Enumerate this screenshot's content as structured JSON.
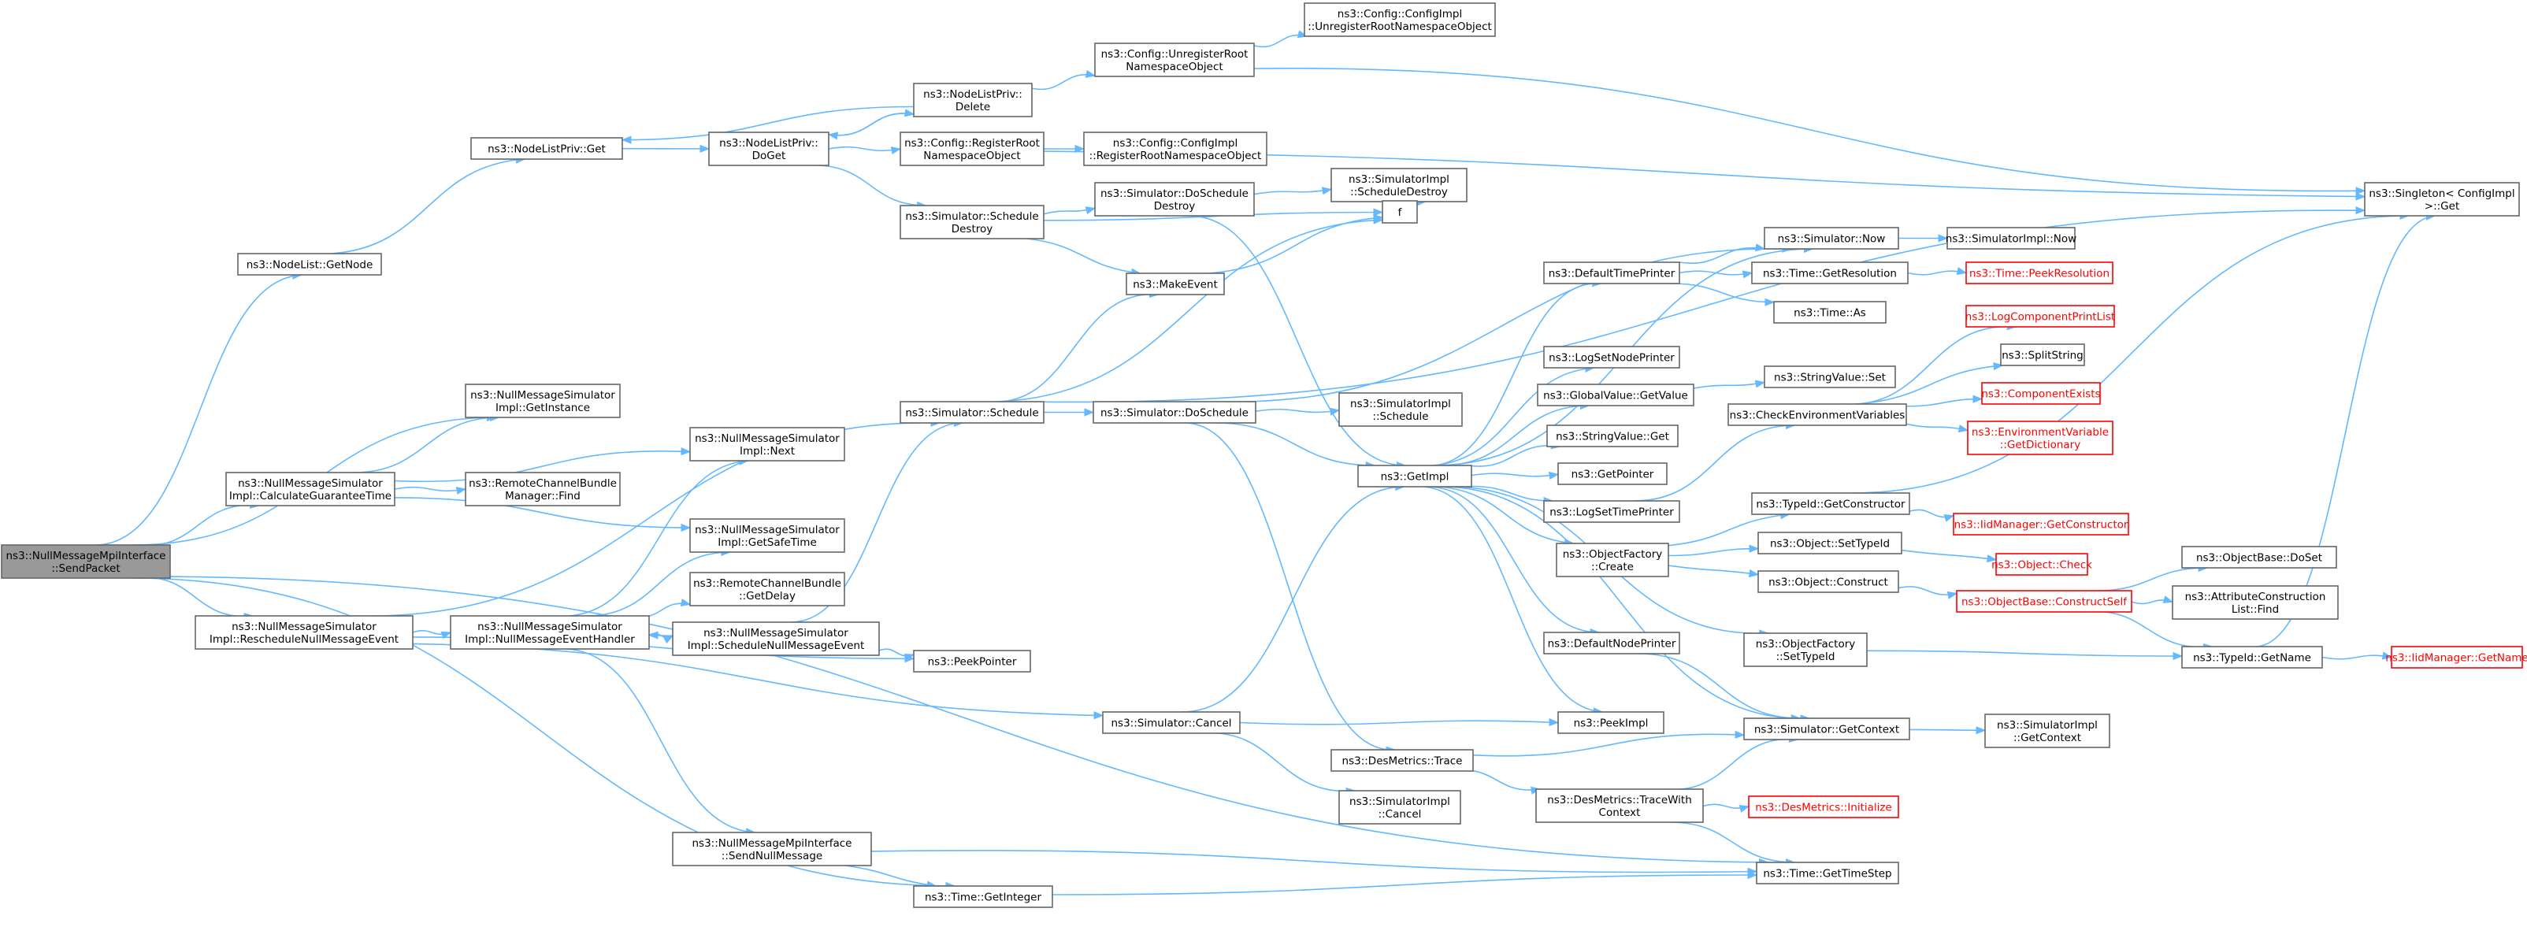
{
  "nodes": [
    {
      "id": "root",
      "lines": [
        "ns3::NullMessageMpiInterface",
        "::SendPacket"
      ],
      "color": "root"
    },
    {
      "id": "nodelist_getnode",
      "lines": [
        "ns3::NodeList::GetNode"
      ]
    },
    {
      "id": "nodelistpriv_get",
      "lines": [
        "ns3::NodeListPriv::Get"
      ]
    },
    {
      "id": "nodelistpriv_doget",
      "lines": [
        "ns3::NodeListPriv::",
        "DoGet"
      ]
    },
    {
      "id": "nodelistpriv_delete",
      "lines": [
        "ns3::NodeListPriv::",
        "Delete"
      ]
    },
    {
      "id": "config_unregister",
      "lines": [
        "ns3::Config::UnregisterRoot",
        "NamespaceObject"
      ]
    },
    {
      "id": "configimpl_unregister",
      "lines": [
        "ns3::Config::ConfigImpl",
        "::UnregisterRootNamespaceObject"
      ]
    },
    {
      "id": "config_register",
      "lines": [
        "ns3::Config::RegisterRoot",
        "NamespaceObject"
      ]
    },
    {
      "id": "configimpl_register",
      "lines": [
        "ns3::Config::ConfigImpl",
        "::RegisterRootNamespaceObject"
      ]
    },
    {
      "id": "sim_schedule_destroy",
      "lines": [
        "ns3::Simulator::Schedule",
        "Destroy"
      ]
    },
    {
      "id": "sim_doschedule_destroy",
      "lines": [
        "ns3::Simulator::DoSchedule",
        "Destroy"
      ]
    },
    {
      "id": "simimpl_schedule_destroy",
      "lines": [
        "ns3::SimulatorImpl",
        "::ScheduleDestroy"
      ]
    },
    {
      "id": "f",
      "lines": [
        "f"
      ]
    },
    {
      "id": "makeevent",
      "lines": [
        "ns3::MakeEvent"
      ]
    },
    {
      "id": "singleton_get",
      "lines": [
        "ns3::Singleton< ConfigImpl",
        " >::Get"
      ]
    },
    {
      "id": "sim_now",
      "lines": [
        "ns3::Simulator::Now"
      ]
    },
    {
      "id": "simimpl_now",
      "lines": [
        "ns3::SimulatorImpl::Now"
      ]
    },
    {
      "id": "default_time_printer",
      "lines": [
        "ns3::DefaultTimePrinter"
      ]
    },
    {
      "id": "time_get_resolution",
      "lines": [
        "ns3::Time::GetResolution"
      ]
    },
    {
      "id": "time_peek_resolution",
      "lines": [
        "ns3::Time::PeekResolution"
      ],
      "color": "red"
    },
    {
      "id": "time_as",
      "lines": [
        "ns3::Time::As"
      ]
    },
    {
      "id": "log_set_node_printer",
      "lines": [
        "ns3::LogSetNodePrinter"
      ]
    },
    {
      "id": "log_component_print_list",
      "lines": [
        "ns3::LogComponentPrintList"
      ],
      "color": "red"
    },
    {
      "id": "split_string",
      "lines": [
        "ns3::SplitString"
      ]
    },
    {
      "id": "globalvalue_getvalue",
      "lines": [
        "ns3::GlobalValue::GetValue"
      ]
    },
    {
      "id": "stringvalue_set",
      "lines": [
        "ns3::StringValue::Set"
      ]
    },
    {
      "id": "component_exists",
      "lines": [
        "ns3::ComponentExists"
      ],
      "color": "red"
    },
    {
      "id": "nms_getinstance",
      "lines": [
        "ns3::NullMessageSimulator",
        "Impl::GetInstance"
      ]
    },
    {
      "id": "sim_schedule",
      "lines": [
        "ns3::Simulator::Schedule"
      ]
    },
    {
      "id": "sim_doschedule",
      "lines": [
        "ns3::Simulator::DoSchedule"
      ]
    },
    {
      "id": "simimpl_schedule",
      "lines": [
        "ns3::SimulatorImpl",
        "::Schedule"
      ]
    },
    {
      "id": "check_env_vars",
      "lines": [
        "ns3::CheckEnvironmentVariables"
      ]
    },
    {
      "id": "env_var_getdict",
      "lines": [
        "ns3::EnvironmentVariable",
        "::GetDictionary"
      ],
      "color": "red"
    },
    {
      "id": "stringvalue_get",
      "lines": [
        "ns3::StringValue::Get"
      ]
    },
    {
      "id": "nms_next",
      "lines": [
        "ns3::NullMessageSimulator",
        "Impl::Next"
      ]
    },
    {
      "id": "nms_calc_guarantee",
      "lines": [
        "ns3::NullMessageSimulator",
        "Impl::CalculateGuaranteeTime"
      ]
    },
    {
      "id": "rcb_manager_find",
      "lines": [
        "ns3::RemoteChannelBundle",
        "Manager::Find"
      ]
    },
    {
      "id": "getimpl",
      "lines": [
        "ns3::GetImpl"
      ]
    },
    {
      "id": "getpointer",
      "lines": [
        "ns3::GetPointer"
      ]
    },
    {
      "id": "log_set_time_printer",
      "lines": [
        "ns3::LogSetTimePrinter"
      ]
    },
    {
      "id": "typeid_getconstructor",
      "lines": [
        "ns3::TypeId::GetConstructor"
      ]
    },
    {
      "id": "iidmanager_getconstructor",
      "lines": [
        "ns3::IidManager::GetConstructor"
      ],
      "color": "red"
    },
    {
      "id": "nms_getsafetime",
      "lines": [
        "ns3::NullMessageSimulator",
        "Impl::GetSafeTime"
      ]
    },
    {
      "id": "objectfactory_create",
      "lines": [
        "ns3::ObjectFactory",
        "::Create"
      ]
    },
    {
      "id": "object_settypeid",
      "lines": [
        "ns3::Object::SetTypeId"
      ]
    },
    {
      "id": "object_check",
      "lines": [
        "ns3::Object::Check"
      ],
      "color": "red"
    },
    {
      "id": "objectbase_doset",
      "lines": [
        "ns3::ObjectBase::DoSet"
      ]
    },
    {
      "id": "object_construct",
      "lines": [
        "ns3::Object::Construct"
      ]
    },
    {
      "id": "rcb_getdelay",
      "lines": [
        "ns3::RemoteChannelBundle",
        "::GetDelay"
      ]
    },
    {
      "id": "objectbase_constructself",
      "lines": [
        "ns3::ObjectBase::ConstructSelf"
      ],
      "color": "red"
    },
    {
      "id": "attr_construction_find",
      "lines": [
        "ns3::AttributeConstruction",
        "List::Find"
      ]
    },
    {
      "id": "nms_reschedule",
      "lines": [
        "ns3::NullMessageSimulator",
        "Impl::RescheduleNullMessageEvent"
      ]
    },
    {
      "id": "nms_handler",
      "lines": [
        "ns3::NullMessageSimulator",
        "Impl::NullMessageEventHandler"
      ]
    },
    {
      "id": "nms_schedule_null",
      "lines": [
        "ns3::NullMessageSimulator",
        "Impl::ScheduleNullMessageEvent"
      ]
    },
    {
      "id": "default_node_printer",
      "lines": [
        "ns3::DefaultNodePrinter"
      ]
    },
    {
      "id": "objectfactory_settypeid",
      "lines": [
        "ns3::ObjectFactory",
        "::SetTypeId"
      ]
    },
    {
      "id": "typeid_getname",
      "lines": [
        "ns3::TypeId::GetName"
      ]
    },
    {
      "id": "iidmanager_getname",
      "lines": [
        "ns3::IidManager::GetName"
      ],
      "color": "red"
    },
    {
      "id": "peekpointer",
      "lines": [
        "ns3::PeekPointer"
      ]
    },
    {
      "id": "sim_cancel",
      "lines": [
        "ns3::Simulator::Cancel"
      ]
    },
    {
      "id": "peekimpl",
      "lines": [
        "ns3::PeekImpl"
      ]
    },
    {
      "id": "desmetrics_trace",
      "lines": [
        "ns3::DesMetrics::Trace"
      ]
    },
    {
      "id": "sim_getcontext",
      "lines": [
        "ns3::Simulator::GetContext"
      ]
    },
    {
      "id": "simimpl_getcontext",
      "lines": [
        "ns3::SimulatorImpl",
        "::GetContext"
      ]
    },
    {
      "id": "simimpl_cancel",
      "lines": [
        "ns3::SimulatorImpl",
        "::Cancel"
      ]
    },
    {
      "id": "desmetrics_tracewithcontext",
      "lines": [
        "ns3::DesMetrics::TraceWith",
        "Context"
      ]
    },
    {
      "id": "desmetrics_initialize",
      "lines": [
        "ns3::DesMetrics::Initialize"
      ],
      "color": "red"
    },
    {
      "id": "nmmi_sendnull",
      "lines": [
        "ns3::NullMessageMpiInterface",
        "::SendNullMessage"
      ]
    },
    {
      "id": "time_gettimestep",
      "lines": [
        "ns3::Time::GetTimeStep"
      ]
    },
    {
      "id": "time_getinteger",
      "lines": [
        "ns3::Time::GetInteger"
      ]
    }
  ],
  "edges": [
    [
      "root",
      "nodelist_getnode"
    ],
    [
      "root",
      "nms_getinstance"
    ],
    [
      "root",
      "nms_calc_guarantee"
    ],
    [
      "root",
      "nms_reschedule"
    ],
    [
      "root",
      "time_getinteger"
    ],
    [
      "root",
      "time_gettimestep"
    ],
    [
      "nodelist_getnode",
      "nodelistpriv_get"
    ],
    [
      "nodelistpriv_get",
      "nodelistpriv_doget"
    ],
    [
      "nodelistpriv_doget",
      "nodelistpriv_delete"
    ],
    [
      "nodelistpriv_delete",
      "nodelistpriv_doget"
    ],
    [
      "nodelistpriv_delete",
      "nodelistpriv_get"
    ],
    [
      "nodelistpriv_delete",
      "config_unregister"
    ],
    [
      "nodelistpriv_doget",
      "config_register"
    ],
    [
      "nodelistpriv_doget",
      "sim_schedule_destroy"
    ],
    [
      "config_unregister",
      "configimpl_unregister"
    ],
    [
      "config_unregister",
      "singleton_get"
    ],
    [
      "config_register",
      "configimpl_register"
    ],
    [
      "config_register",
      "singleton_get"
    ],
    [
      "sim_schedule_destroy",
      "sim_doschedule_destroy"
    ],
    [
      "sim_schedule_destroy",
      "f"
    ],
    [
      "sim_schedule_destroy",
      "makeevent"
    ],
    [
      "sim_doschedule_destroy",
      "simimpl_schedule_destroy"
    ],
    [
      "sim_doschedule_destroy",
      "getimpl"
    ],
    [
      "f",
      "f"
    ],
    [
      "makeevent",
      "f"
    ],
    [
      "nms_calc_guarantee",
      "nms_getinstance"
    ],
    [
      "nms_calc_guarantee",
      "nms_next"
    ],
    [
      "nms_calc_guarantee",
      "rcb_manager_find"
    ],
    [
      "nms_calc_guarantee",
      "nms_getsafetime"
    ],
    [
      "nms_reschedule",
      "sim_schedule"
    ],
    [
      "nms_reschedule",
      "nms_handler"
    ],
    [
      "nms_reschedule",
      "peekpointer"
    ],
    [
      "nms_reschedule",
      "sim_cancel"
    ],
    [
      "nms_handler",
      "nms_next"
    ],
    [
      "nms_handler",
      "nms_getsafetime"
    ],
    [
      "nms_handler",
      "rcb_getdelay"
    ],
    [
      "nms_handler",
      "nms_schedule_null"
    ],
    [
      "nms_schedule_null",
      "nms_handler"
    ],
    [
      "nms_handler",
      "nmmi_sendnull"
    ],
    [
      "nms_schedule_null",
      "peekpointer"
    ],
    [
      "nms_schedule_null",
      "sim_schedule"
    ],
    [
      "sim_schedule",
      "makeevent"
    ],
    [
      "sim_schedule",
      "f"
    ],
    [
      "sim_schedule",
      "sim_doschedule"
    ],
    [
      "sim_schedule",
      "singleton_get"
    ],
    [
      "sim_doschedule",
      "simimpl_schedule"
    ],
    [
      "sim_doschedule",
      "getimpl"
    ],
    [
      "sim_doschedule",
      "sim_now"
    ],
    [
      "sim_doschedule",
      "desmetrics_trace"
    ],
    [
      "sim_cancel",
      "getimpl"
    ],
    [
      "sim_cancel",
      "peekimpl"
    ],
    [
      "sim_cancel",
      "simimpl_cancel"
    ],
    [
      "getimpl",
      "sim_now"
    ],
    [
      "getimpl",
      "default_time_printer"
    ],
    [
      "getimpl",
      "log_set_node_printer"
    ],
    [
      "getimpl",
      "globalvalue_getvalue"
    ],
    [
      "getimpl",
      "stringvalue_get"
    ],
    [
      "getimpl",
      "getpointer"
    ],
    [
      "getimpl",
      "log_set_time_printer"
    ],
    [
      "getimpl",
      "objectfactory_create"
    ],
    [
      "getimpl",
      "objectfactory_settypeid"
    ],
    [
      "getimpl",
      "default_node_printer"
    ],
    [
      "getimpl",
      "peekimpl"
    ],
    [
      "getimpl",
      "sim_getcontext"
    ],
    [
      "sim_now",
      "simimpl_now"
    ],
    [
      "default_time_printer",
      "sim_now"
    ],
    [
      "default_time_printer",
      "time_get_resolution"
    ],
    [
      "default_time_printer",
      "time_as"
    ],
    [
      "time_get_resolution",
      "time_peek_resolution"
    ],
    [
      "globalvalue_getvalue",
      "stringvalue_set"
    ],
    [
      "log_set_time_printer",
      "check_env_vars"
    ],
    [
      "check_env_vars",
      "log_component_print_list"
    ],
    [
      "check_env_vars",
      "split_string"
    ],
    [
      "check_env_vars",
      "component_exists"
    ],
    [
      "check_env_vars",
      "env_var_getdict"
    ],
    [
      "objectfactory_create",
      "typeid_getconstructor"
    ],
    [
      "objectfactory_create",
      "object_settypeid"
    ],
    [
      "objectfactory_create",
      "object_construct"
    ],
    [
      "typeid_getconstructor",
      "iidmanager_getconstructor"
    ],
    [
      "typeid_getconstructor",
      "singleton_get"
    ],
    [
      "object_settypeid",
      "object_check"
    ],
    [
      "object_construct",
      "objectbase_constructself"
    ],
    [
      "objectbase_constructself",
      "objectbase_doset"
    ],
    [
      "objectbase_constructself",
      "attr_construction_find"
    ],
    [
      "objectbase_constructself",
      "typeid_getname"
    ],
    [
      "objectfactory_settypeid",
      "typeid_getname"
    ],
    [
      "typeid_getname",
      "iidmanager_getname"
    ],
    [
      "typeid_getname",
      "singleton_get"
    ],
    [
      "default_node_printer",
      "sim_getcontext"
    ],
    [
      "desmetrics_trace",
      "sim_getcontext"
    ],
    [
      "desmetrics_trace",
      "desmetrics_tracewithcontext"
    ],
    [
      "sim_getcontext",
      "simimpl_getcontext"
    ],
    [
      "desmetrics_tracewithcontext",
      "sim_getcontext"
    ],
    [
      "desmetrics_tracewithcontext",
      "desmetrics_initialize"
    ],
    [
      "desmetrics_tracewithcontext",
      "time_gettimestep"
    ],
    [
      "nmmi_sendnull",
      "time_getinteger"
    ],
    [
      "nmmi_sendnull",
      "time_gettimestep"
    ],
    [
      "time_getinteger",
      "time_gettimestep"
    ]
  ]
}
